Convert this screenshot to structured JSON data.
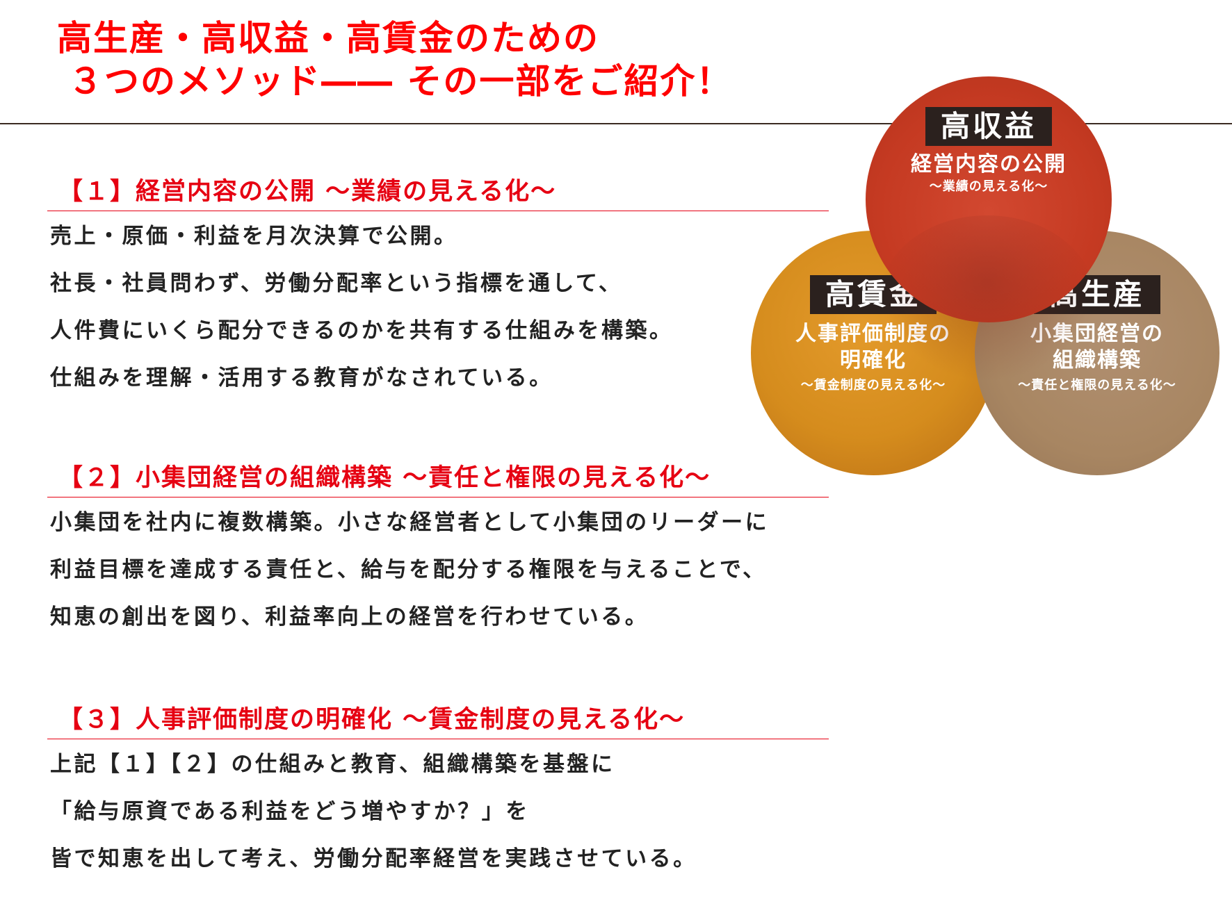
{
  "title": {
    "line1": "高生産・高収益・高賃金のための",
    "line2": "３つのメソッド―― その一部をご紹介！"
  },
  "sections": [
    {
      "heading": "【１】経営内容の公開 ～業績の見える化～",
      "lines": [
        "売上・原価・利益を月次決算で公開。",
        "社長・社員問わず、労働分配率という指標を通して、",
        "人件費にいくら配分できるのかを共有する仕組みを構築。",
        "仕組みを理解・活用する教育がなされている。"
      ]
    },
    {
      "heading": "【２】小集団経営の組織構築 ～責任と権限の見える化～",
      "lines": [
        "小集団を社内に複数構築。小さな経営者として小集団のリーダーに",
        "利益目標を達成する責任と、給与を配分する権限を与えることで、",
        "知恵の創出を図り、利益率向上の経営を行わせている。"
      ]
    },
    {
      "heading": "【３】人事評価制度の明確化 ～賃金制度の見える化～",
      "lines": [
        "上記【１】【２】の仕組みと教育、組織構築を基盤に",
        "「給与原資である利益をどう増やすか？」を",
        "皆で知恵を出して考え、労働分配率経営を実践させている。"
      ]
    }
  ],
  "venn": {
    "top": {
      "tag": "高収益",
      "name": "経営内容の公開",
      "sub": "～業績の見える化～",
      "color": "#c53a22"
    },
    "left": {
      "tag": "高賃金",
      "name_line1": "人事評価制度の",
      "name_line2": "明確化",
      "sub": "～賃金制度の見える化～",
      "color": "#d58c1d"
    },
    "right": {
      "tag": "高生産",
      "name_line1": "小集団経営の",
      "name_line2": "組織構築",
      "sub": "～責任と権限の見える化～",
      "color": "#a88662"
    }
  }
}
